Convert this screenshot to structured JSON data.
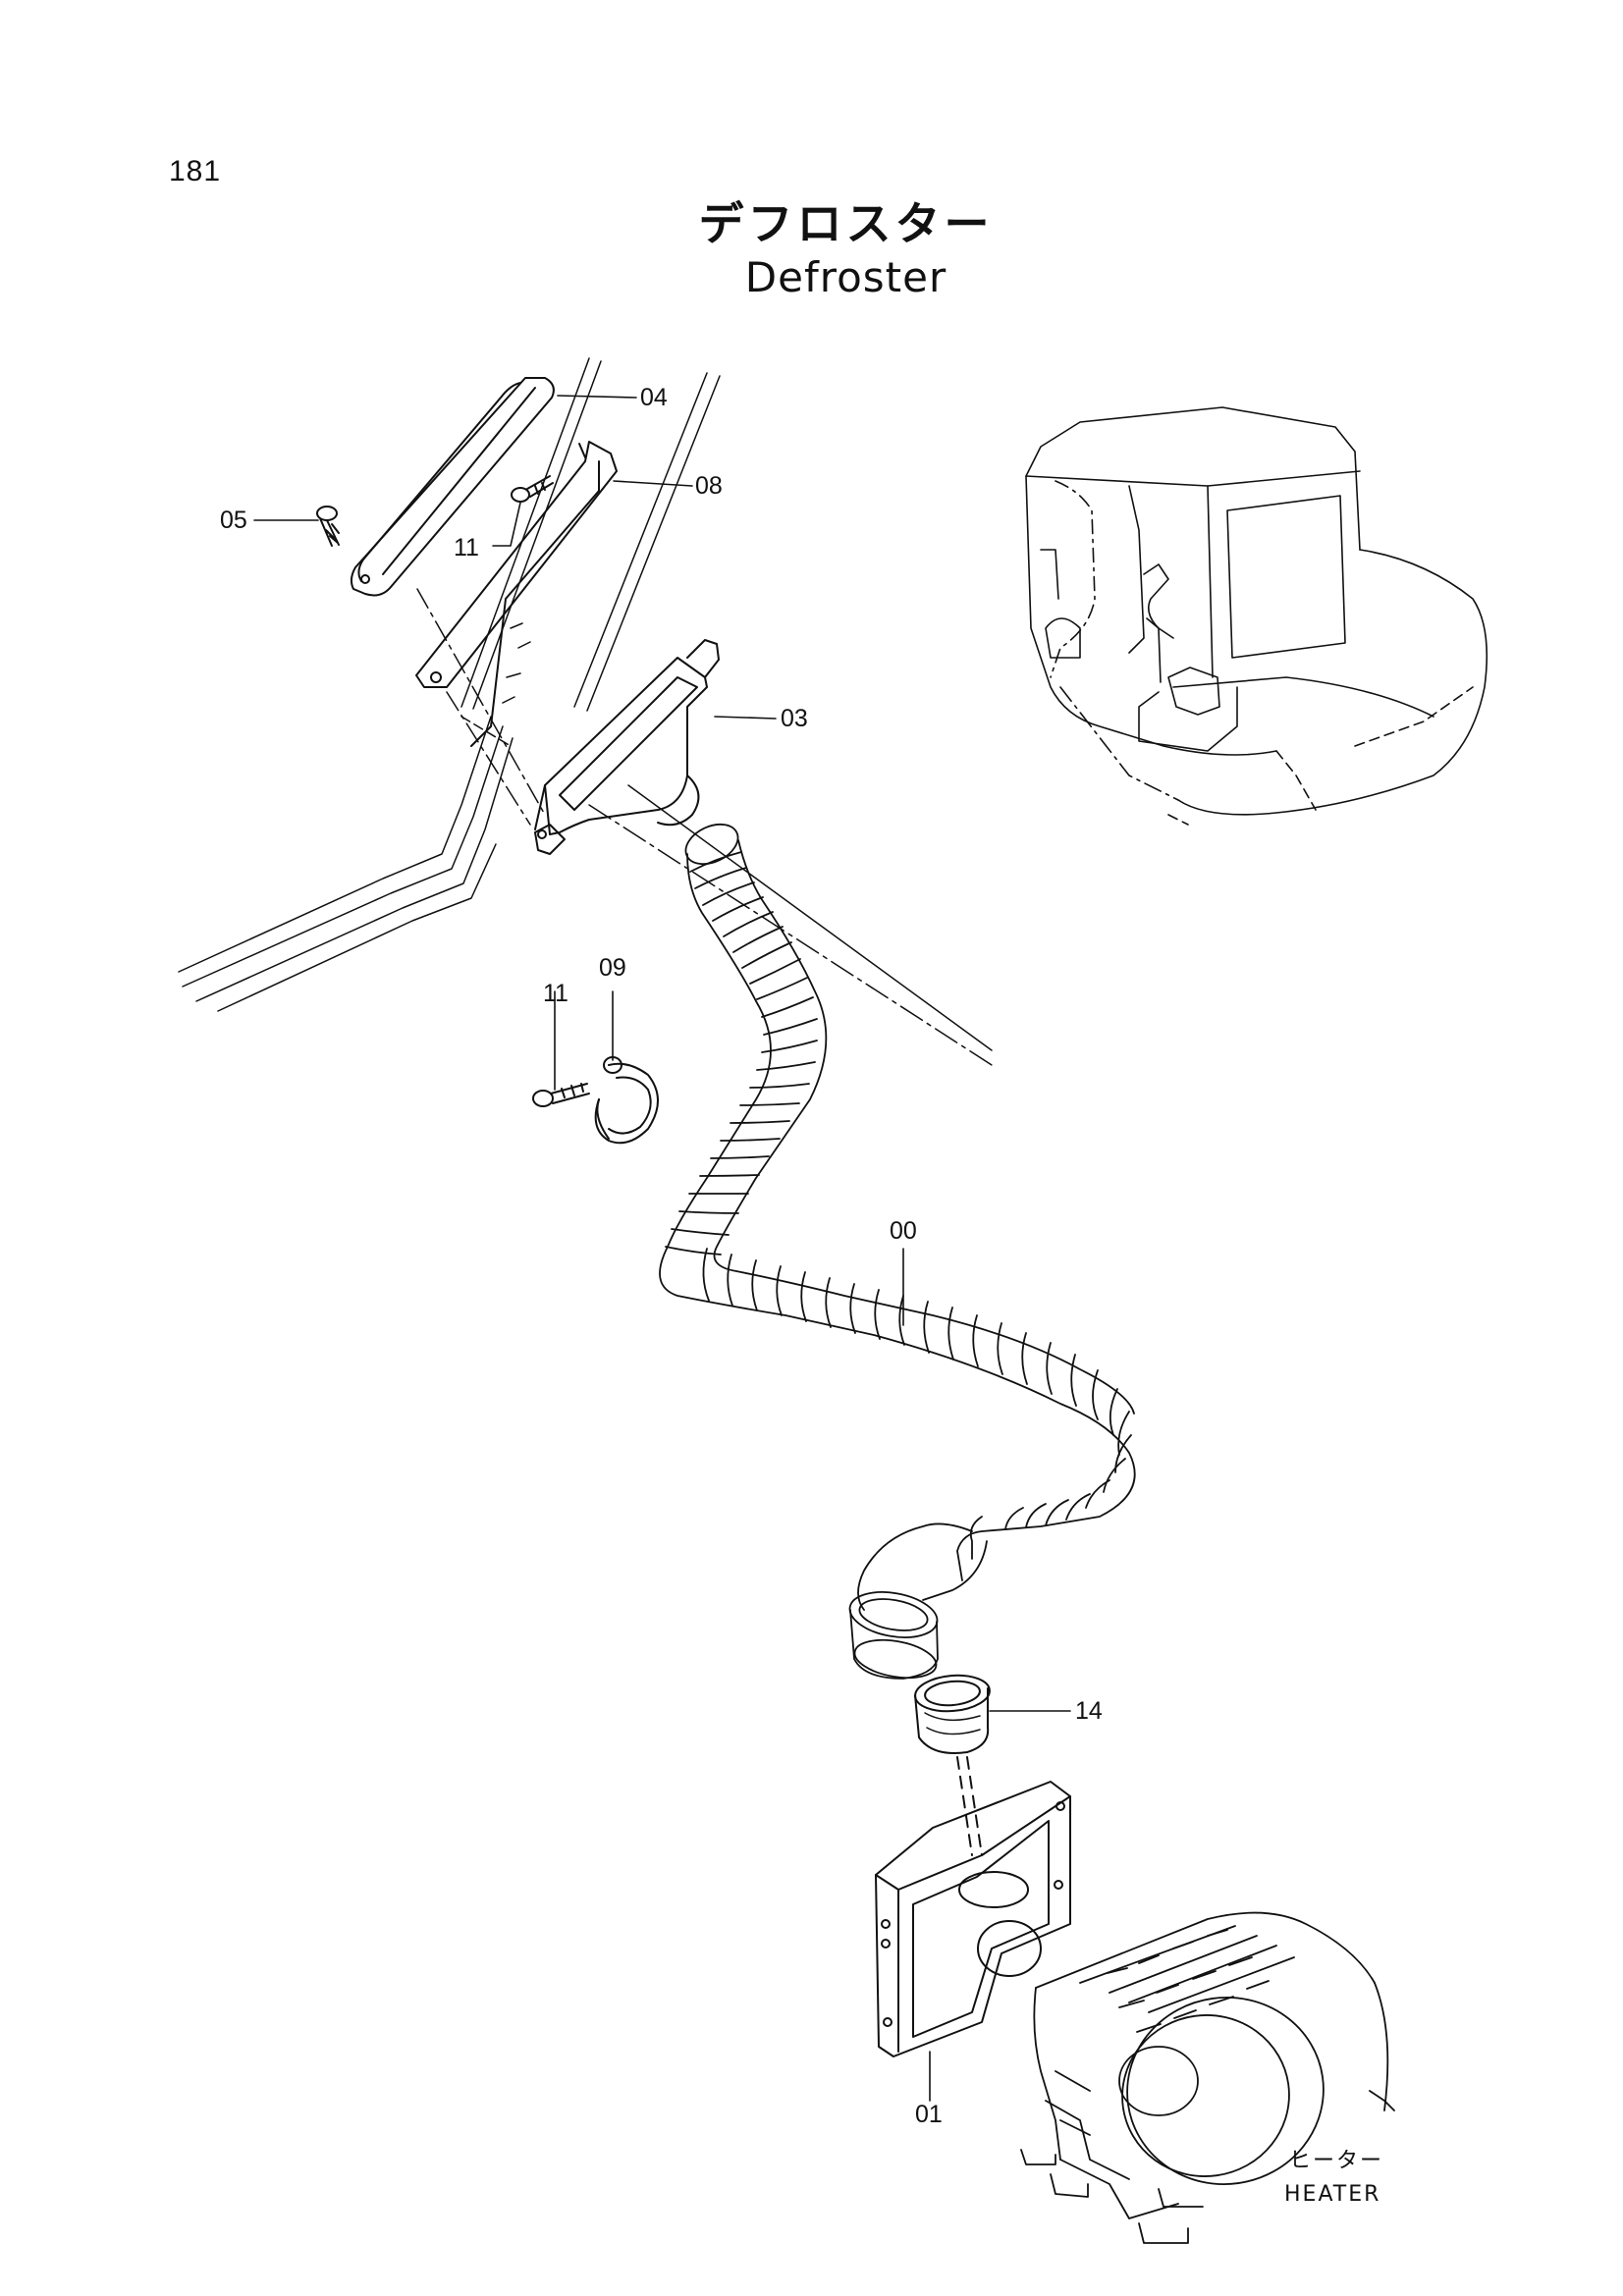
{
  "page_number": "181",
  "title_jp": "デフロスター",
  "title_en": "Defroster",
  "callouts": {
    "p04": "04",
    "p08": "08",
    "p05": "05",
    "p11a": "11",
    "p03": "03",
    "p09": "09",
    "p11b": "11",
    "p00": "00",
    "p14": "14",
    "p01": "01"
  },
  "heater_label_jp": "ヒーター",
  "heater_label_en": "HEATER"
}
